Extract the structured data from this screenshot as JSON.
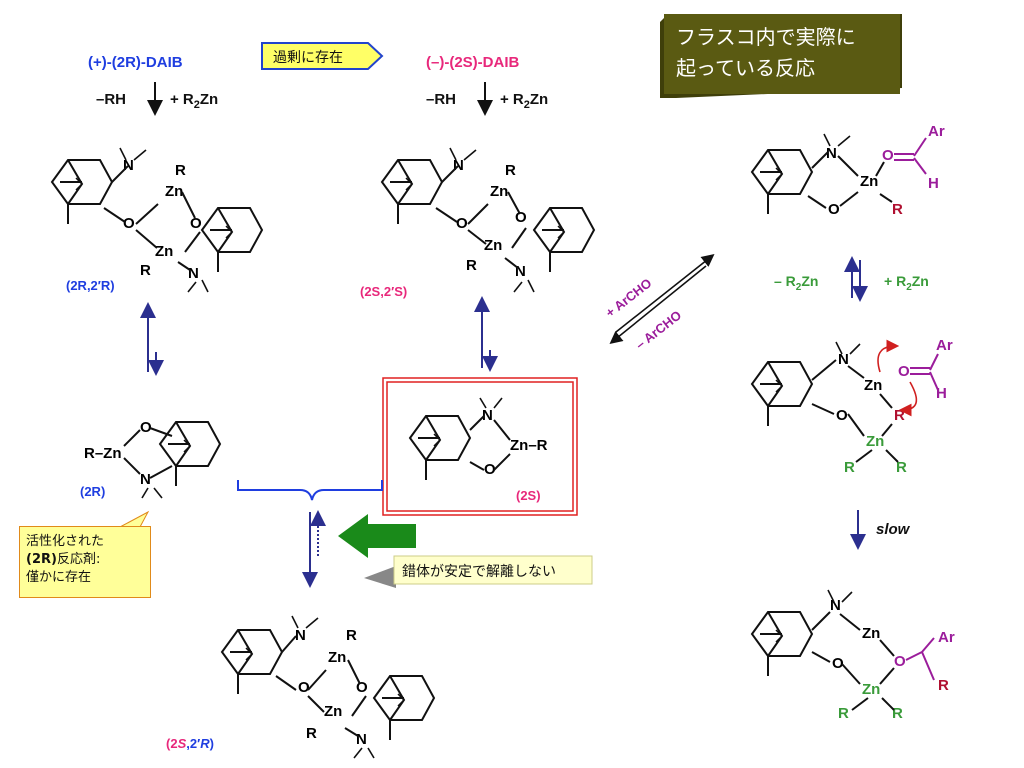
{
  "colors": {
    "blue_label": "#1f3ee0",
    "pink_label": "#e8287b",
    "purple": "#9b1d9b",
    "green": "#3a9b3a",
    "dark_red": "#b01030",
    "arrow_navy": "#2b2f8f",
    "olive_box": "#5a5a12",
    "highlight_red": "#e02020",
    "green_arrow": "#1a8a1a"
  },
  "top": {
    "left_reagent": "(+)-(2R)-DAIB",
    "right_reagent": "(–)-(2S)-DAIB",
    "excess_label": "過剰に存在",
    "minus_rh": "–RH",
    "plus_r2zn": "+ R",
    "r2zn_sub": "2",
    "r2zn_tail": "Zn"
  },
  "title_box": {
    "line1": "フラスコ内で実際に",
    "line2": "起っている反応"
  },
  "labels": {
    "dimer_RR": "(2R,2′R)",
    "dimer_SS": "(2S,2′S)",
    "mono_R": "(2R)",
    "mono_S": "(2S)",
    "dimer_SR": "(2S,2′R)"
  },
  "atoms": {
    "N": "N",
    "Zn": "Zn",
    "O": "O",
    "R": "R",
    "Ar": "Ar",
    "H": "H",
    "zn_r": "Zn–R",
    "r_zn": "R–Zn"
  },
  "right_scheme": {
    "plus_archo": "+ ArCHO",
    "minus_archo": "– ArCHO",
    "minus_r2zn": "– R",
    "plus_r2zn": "+ R",
    "sub2": "2",
    "zn": "Zn",
    "slow": "slow"
  },
  "callouts": {
    "activated_line1": "活性化された",
    "activated_line2_bold": "(2R)",
    "activated_line2_rest": "反応剤:",
    "activated_line3": "僅かに存在",
    "stable_complex": "錯体が安定で解離しない"
  }
}
